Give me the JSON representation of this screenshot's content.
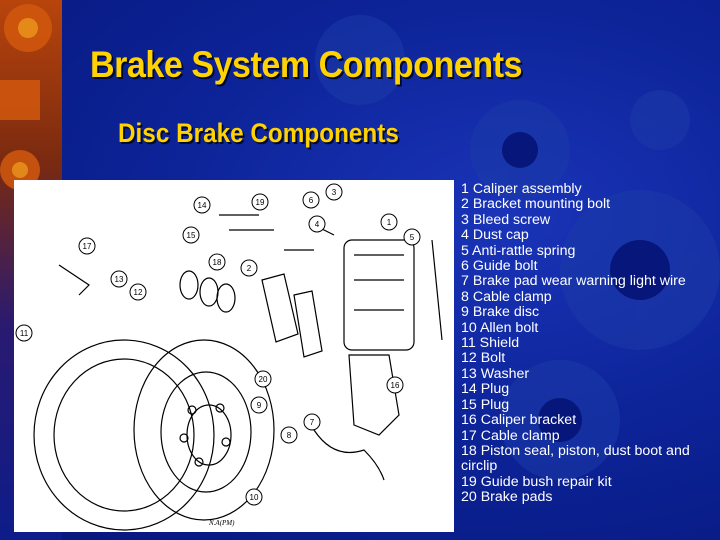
{
  "slide": {
    "title": "Brake System Components",
    "subtitle": "Disc Brake Components",
    "diagram_signature": "N.A(PM)",
    "legend": [
      "1 Caliper assembly",
      "2 Bracket mounting bolt",
      "3 Bleed screw",
      "4 Dust cap",
      "5 Anti-rattle spring",
      "6 Guide bolt",
      "7 Brake pad wear warning light wire",
      "8 Cable clamp",
      "9 Brake disc",
      "10 Allen bolt",
      "11 Shield",
      "12 Bolt",
      "13 Washer",
      "14 Plug",
      "15 Plug",
      "16 Caliper bracket",
      "17 Cable clamp",
      "18 Piston seal, piston, dust boot and circlip",
      "19 Guide bush repair kit",
      "20 Brake pads"
    ],
    "callouts": [
      "1",
      "2",
      "3",
      "4",
      "5",
      "6",
      "7",
      "8",
      "9",
      "10",
      "11",
      "12",
      "13",
      "14",
      "15",
      "16",
      "17",
      "18",
      "19",
      "20"
    ]
  },
  "colors": {
    "background": "#0d2499",
    "title": "#ffd200",
    "legend_text": "#ffffff",
    "decor_orange": "#c8500a"
  }
}
